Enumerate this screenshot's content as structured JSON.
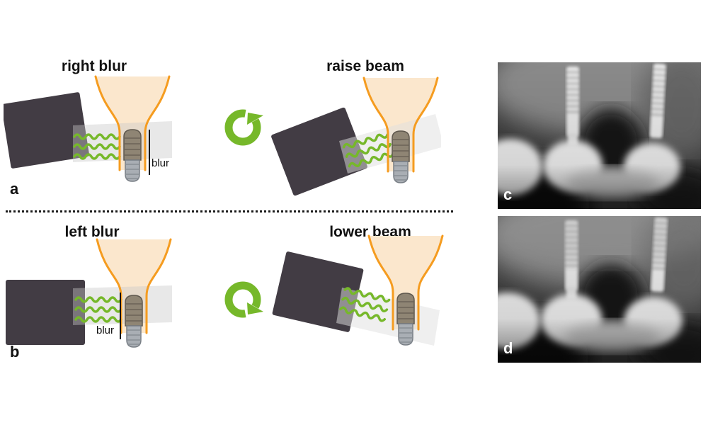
{
  "panels": {
    "a": {
      "letter": "a",
      "left_title": "right blur",
      "right_title": "raise beam",
      "blur_label": "blur"
    },
    "b": {
      "letter": "b",
      "left_title": "left blur",
      "right_title": "lower beam",
      "blur_label": "blur"
    },
    "c": {
      "letter": "c"
    },
    "d": {
      "letter": "d"
    }
  },
  "theme": {
    "beam_green": "#76b82a",
    "outline_orange": "#f59c20",
    "funnel_fill": "#fbe7cd",
    "sensor_dark": "#423c44",
    "implant_body": "#8f8574",
    "implant_screw": "#a9aeb4",
    "text_color": "#111111",
    "xray_letter_color": "#ffffff"
  }
}
